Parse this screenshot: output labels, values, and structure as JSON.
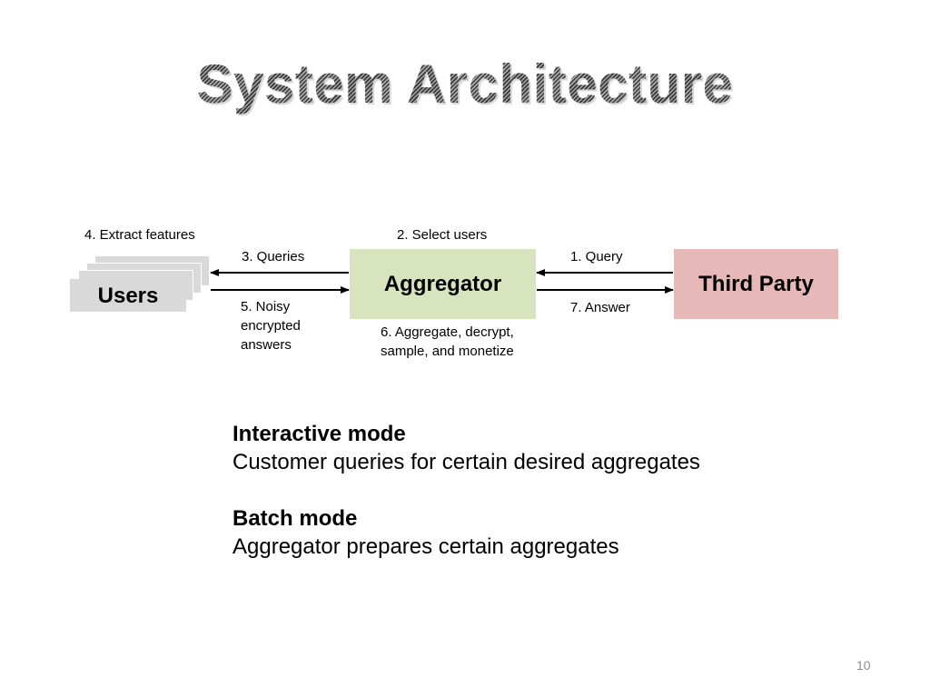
{
  "slide": {
    "title": "System Architecture",
    "page_number": "10"
  },
  "diagram": {
    "nodes": {
      "users": "Users",
      "aggregator": "Aggregator",
      "third_party": "Third Party"
    },
    "labels": {
      "extract_features": "4. Extract features",
      "select_users": "2. Select users",
      "queries": "3. Queries",
      "noisy_answers": [
        "5. Noisy",
        "encrypted",
        "answers"
      ],
      "aggregate": [
        "6. Aggregate, decrypt,",
        "sample, and monetize"
      ],
      "query": "1. Query",
      "answer": "7. Answer"
    }
  },
  "modes": {
    "interactive": {
      "heading": "Interactive mode",
      "description": "Customer queries for certain desired aggregates"
    },
    "batch": {
      "heading": "Batch mode",
      "description": "Aggregator prepares certain aggregates"
    }
  }
}
